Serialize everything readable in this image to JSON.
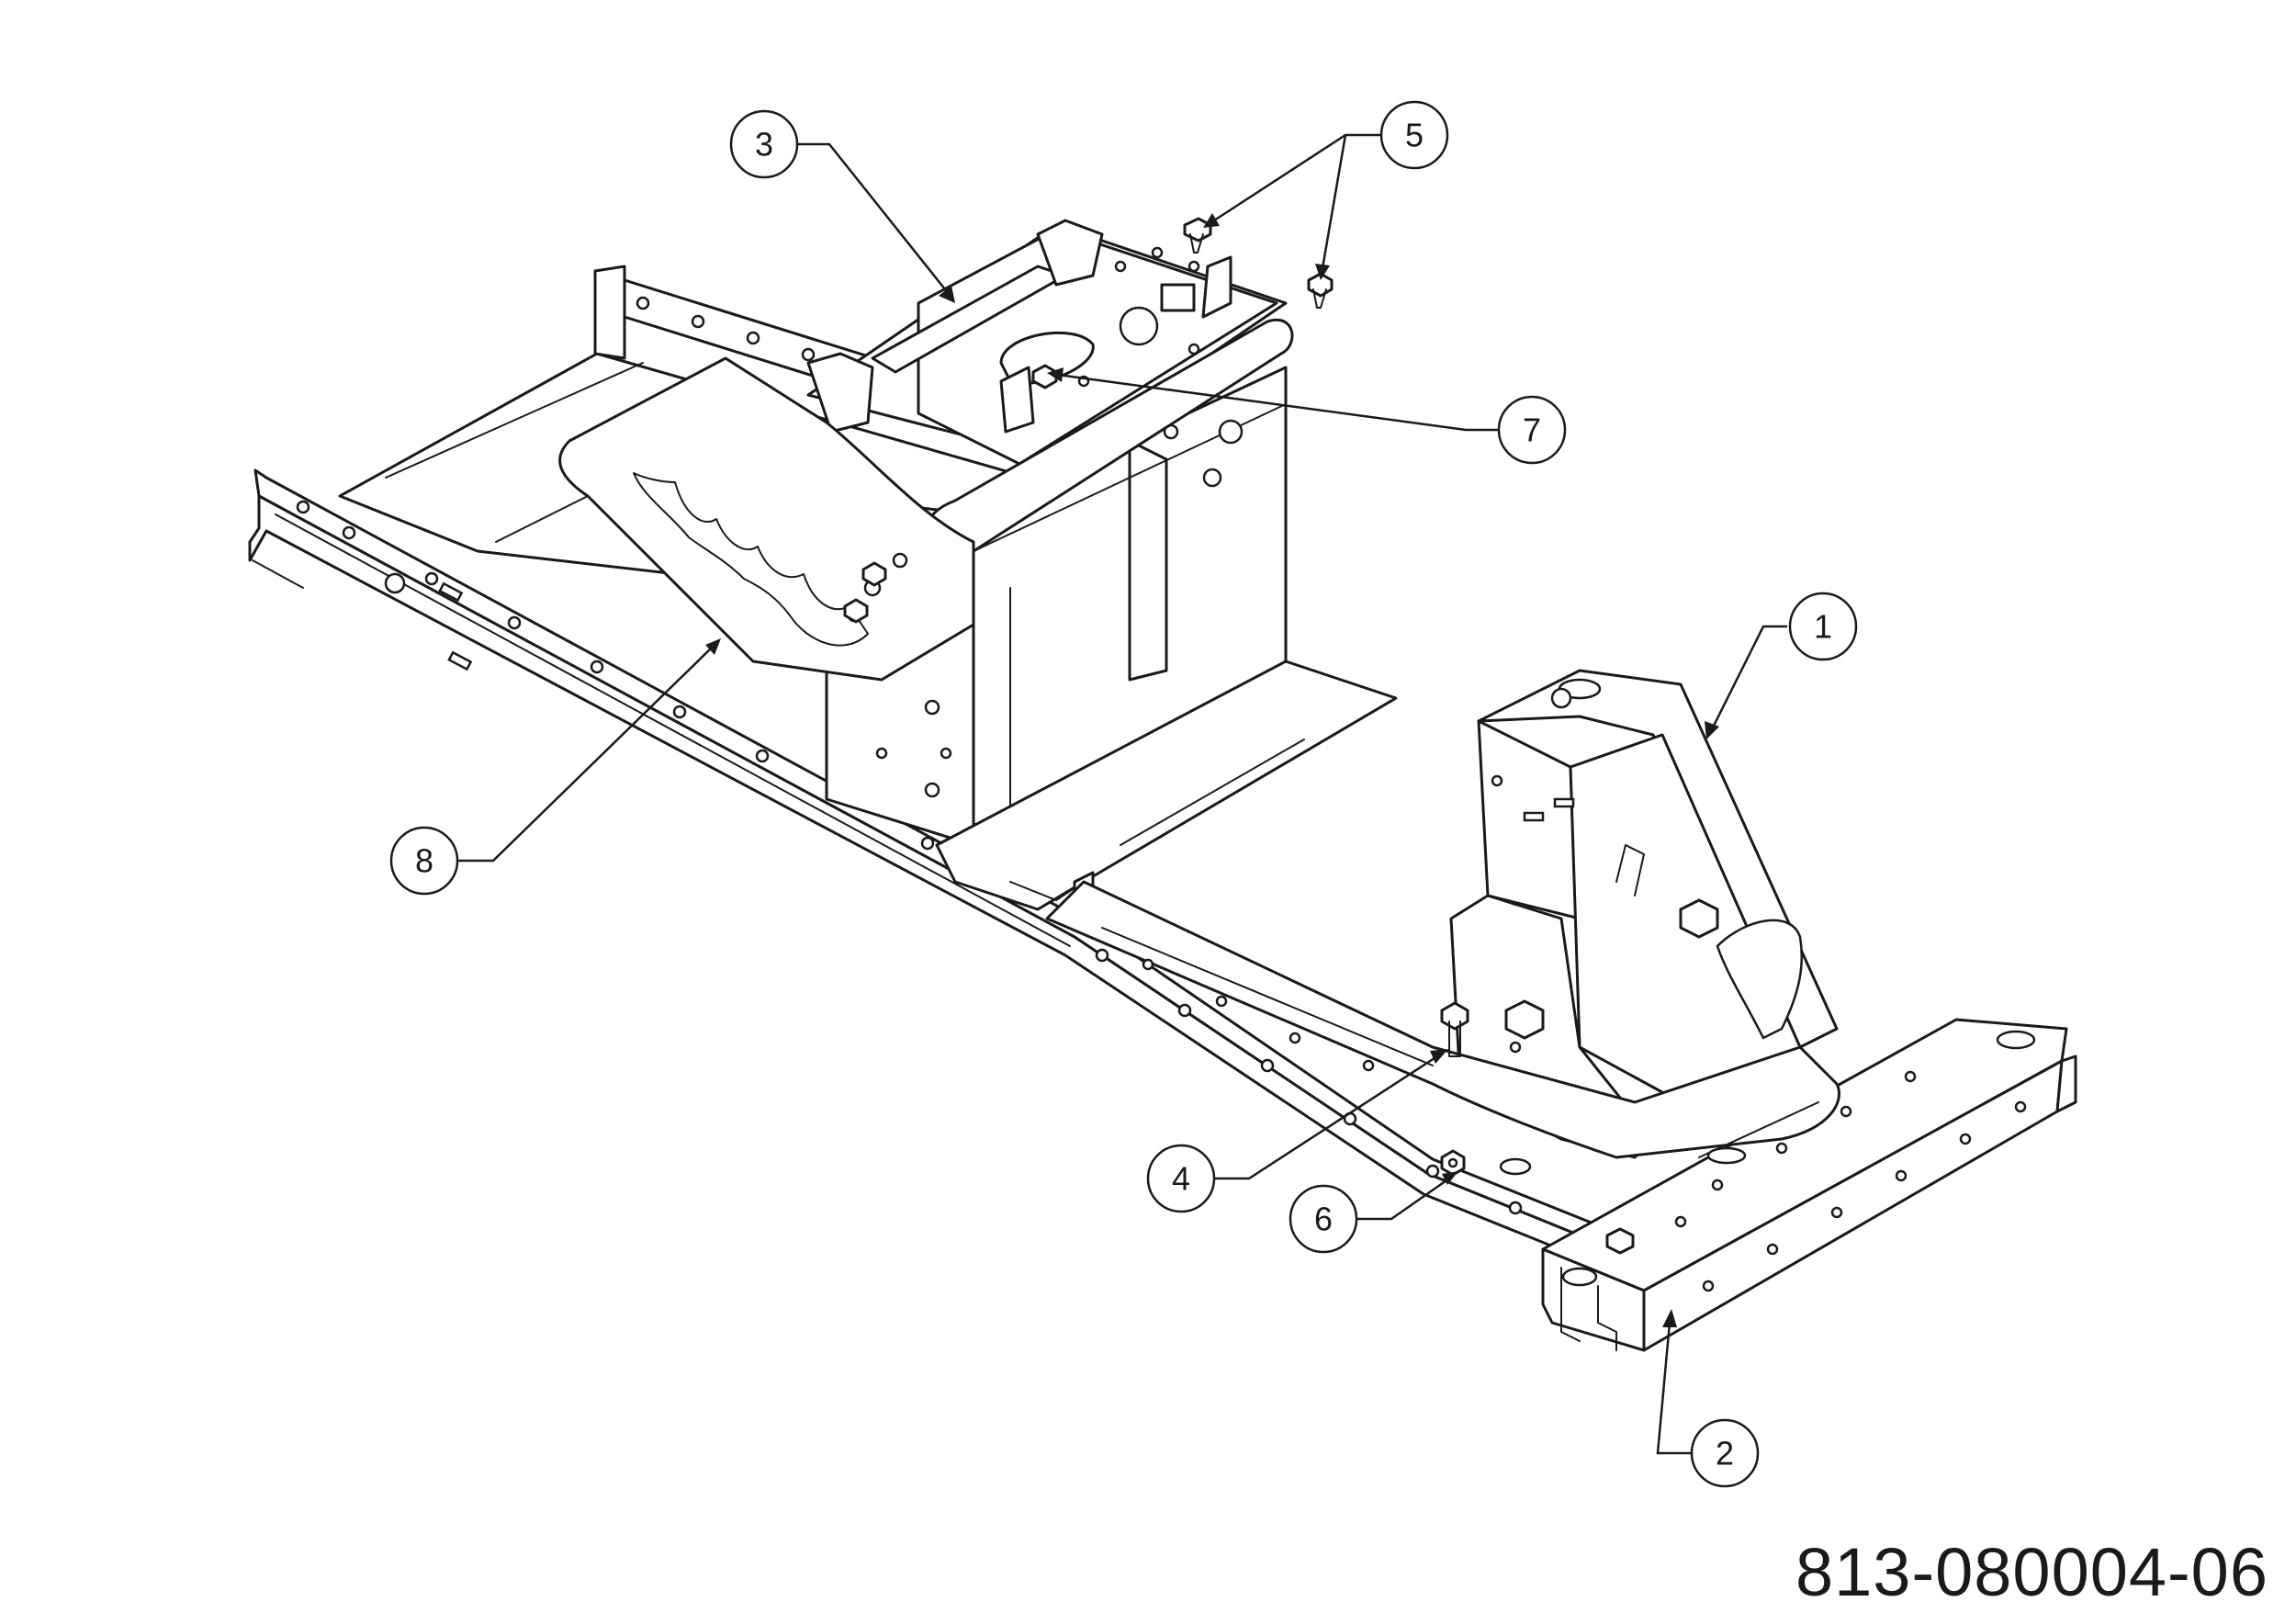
{
  "drawing_number": "813-080004-06",
  "callouts": [
    {
      "label": "1"
    },
    {
      "label": "2"
    },
    {
      "label": "3"
    },
    {
      "label": "4"
    },
    {
      "label": "5"
    },
    {
      "label": "6"
    },
    {
      "label": "7"
    },
    {
      "label": "8"
    }
  ]
}
